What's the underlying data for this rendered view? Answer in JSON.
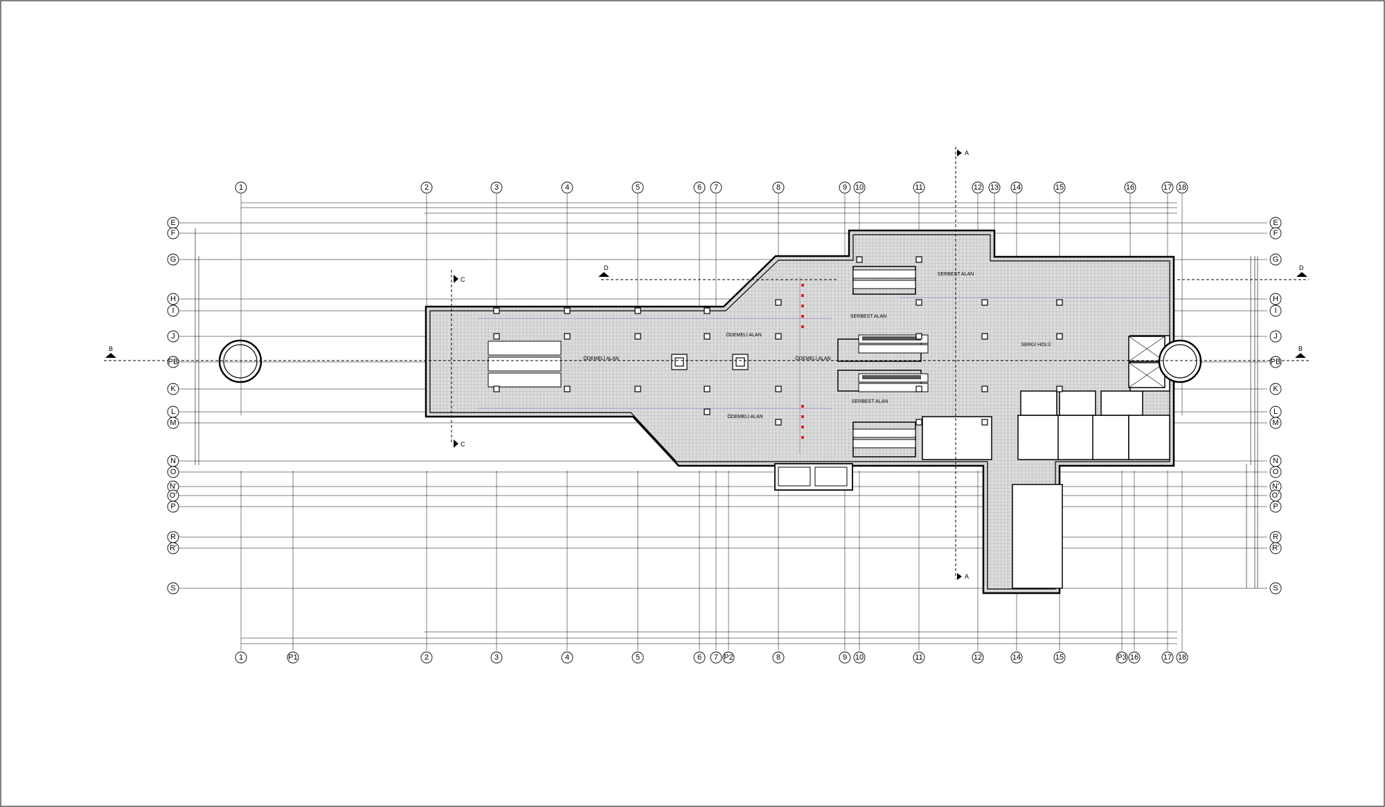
{
  "grid_columns_top": [
    "1",
    "2",
    "3",
    "4",
    "5",
    "6",
    "7",
    "8",
    "9",
    "10",
    "11",
    "12",
    "13",
    "14",
    "15",
    "16",
    "17",
    "18"
  ],
  "grid_columns_bottom": [
    "1",
    "P1",
    "2",
    "3",
    "4",
    "5",
    "6",
    "7",
    "P2",
    "8",
    "9",
    "10",
    "11",
    "12",
    "14",
    "15",
    "P3",
    "16",
    "17",
    "18"
  ],
  "grid_rows": [
    "E",
    "F",
    "G",
    "H",
    "I",
    "J",
    "PB",
    "K",
    "L",
    "M",
    "N",
    "O",
    "N'",
    "O'",
    "P",
    "R",
    "R'",
    "S"
  ],
  "section_marks": [
    "A",
    "A",
    "B",
    "B",
    "C",
    "C",
    "D",
    "D"
  ],
  "rooms": {
    "odemeli_alan_1": "ÖDEMELİ ALAN",
    "odemeli_alan_2": "ÖDEMELİ ALAN",
    "odemeli_alan_3": "ÖDEMELİ ALAN",
    "odemeli_alan_4": "ÖDEMELİ ALAN",
    "serbest_alan_1": "SERBEST ALAN",
    "serbest_alan_2": "SERBEST ALAN",
    "serbest_alan_3": "SERBEST ALAN",
    "sergi_holu": "SERGİ HOLÜ"
  },
  "colors": {
    "line": "#000000",
    "floor_fill": "#d9d9d9",
    "floor_grid": "#9a9a9a",
    "annotation": "#8a5ab5",
    "highlight": "#d4232a"
  }
}
